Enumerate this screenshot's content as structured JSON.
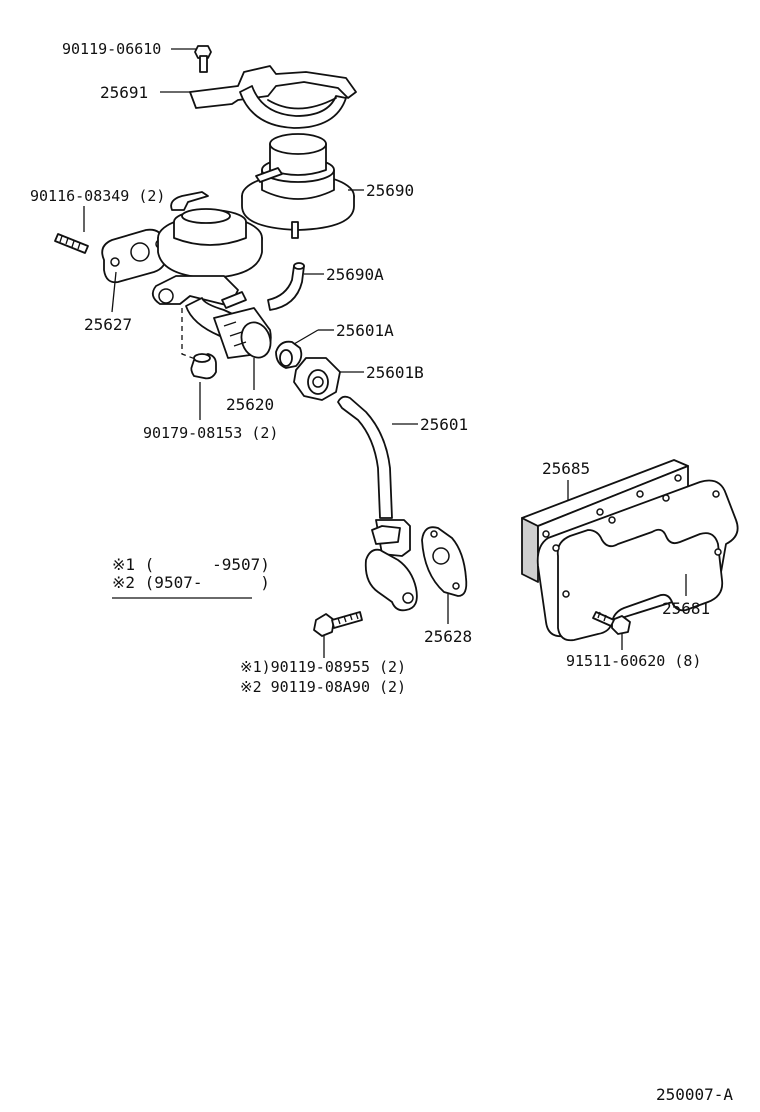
{
  "part_labels": {
    "bolt_top": "90119-06610",
    "clamp": "25691",
    "valve_upper": "25690",
    "stud": "90116-08349 (2)",
    "hose_small": "25690A",
    "gasket_left": "25627",
    "union_a": "25601A",
    "nut_b": "25601B",
    "egr_valve": "25620",
    "pipe": "25601",
    "plug": "90179-08153 (2)",
    "cooler_gasket": "25685",
    "cooler": "25681",
    "gasket_right": "25628",
    "cooler_bolt": "91511-60620 (8)"
  },
  "legend": {
    "line1": "※1 (      -9507)",
    "line2": "※2 (9507-      )"
  },
  "bolt_callout": {
    "line1": "※1)90119-08955 (2)",
    "line2": "※2 90119-08A90 (2)"
  },
  "diagram_id": "250007-A"
}
